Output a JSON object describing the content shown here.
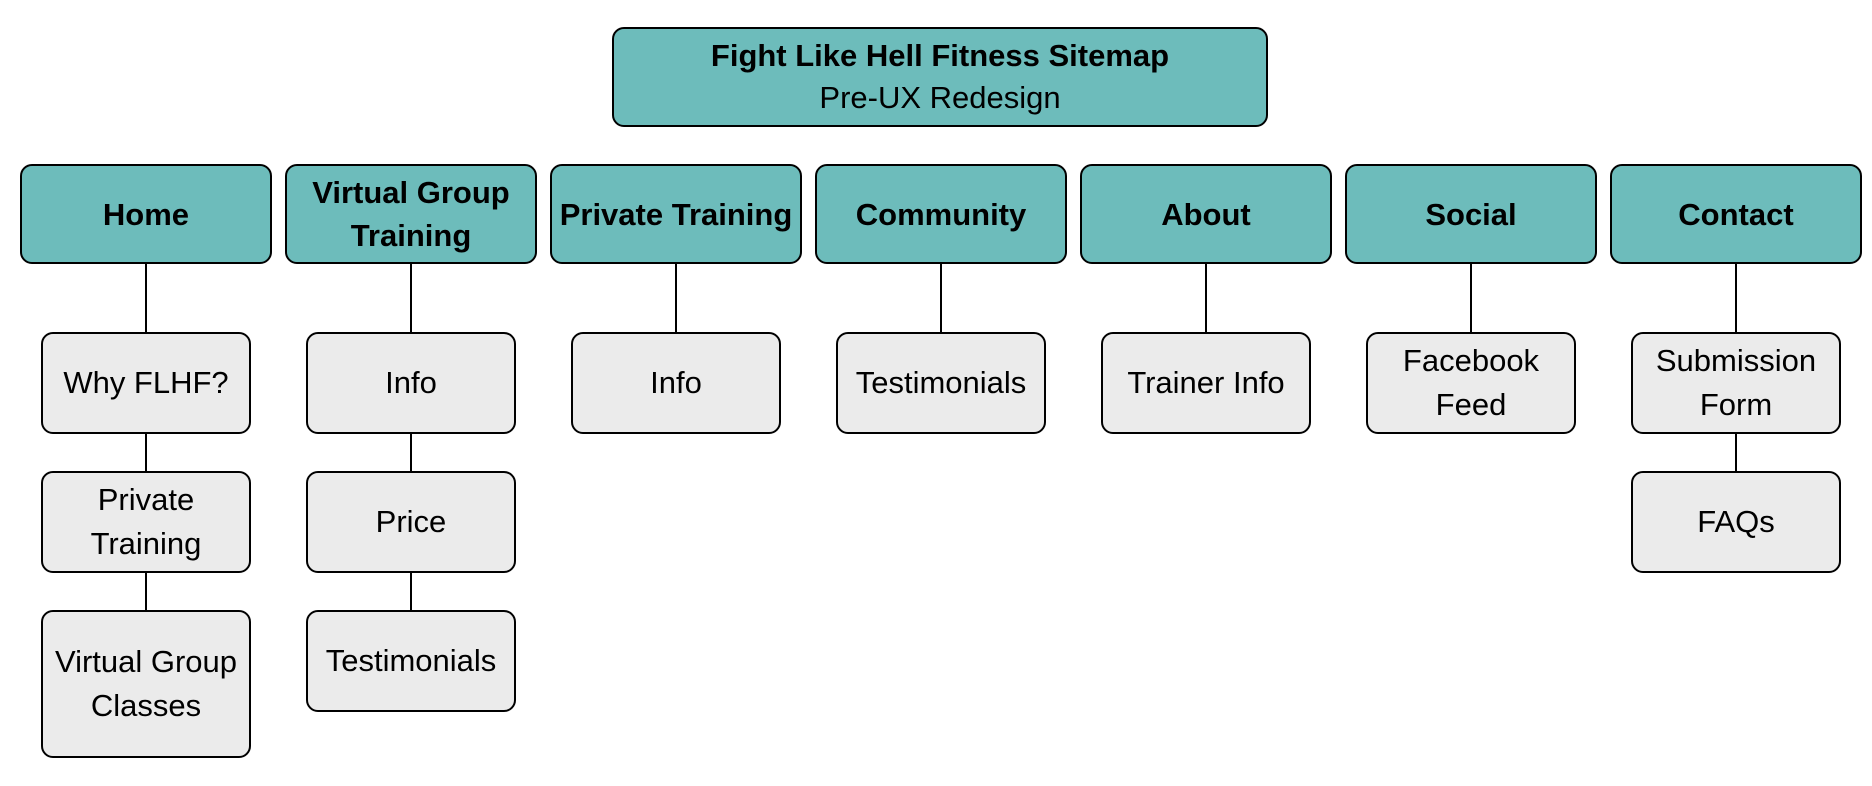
{
  "title": {
    "main": "Fight Like Hell Fitness Sitemap",
    "subtitle": "Pre-UX Redesign"
  },
  "colors": {
    "section_fill": "#6dbcbb",
    "child_fill": "#ebebeb",
    "border": "#000000"
  },
  "sections": [
    {
      "label": "Home",
      "children": [
        "Why FLHF?",
        "Private Training",
        "Virtual Group Classes"
      ]
    },
    {
      "label": "Virtual Group Training",
      "children": [
        "Info",
        "Price",
        "Testimonials"
      ]
    },
    {
      "label": "Private Training",
      "children": [
        "Info"
      ]
    },
    {
      "label": "Community",
      "children": [
        "Testimonials"
      ]
    },
    {
      "label": "About",
      "children": [
        "Trainer Info"
      ]
    },
    {
      "label": "Social",
      "children": [
        "Facebook Feed"
      ]
    },
    {
      "label": "Contact",
      "children": [
        "Submission Form",
        "FAQs"
      ]
    }
  ]
}
